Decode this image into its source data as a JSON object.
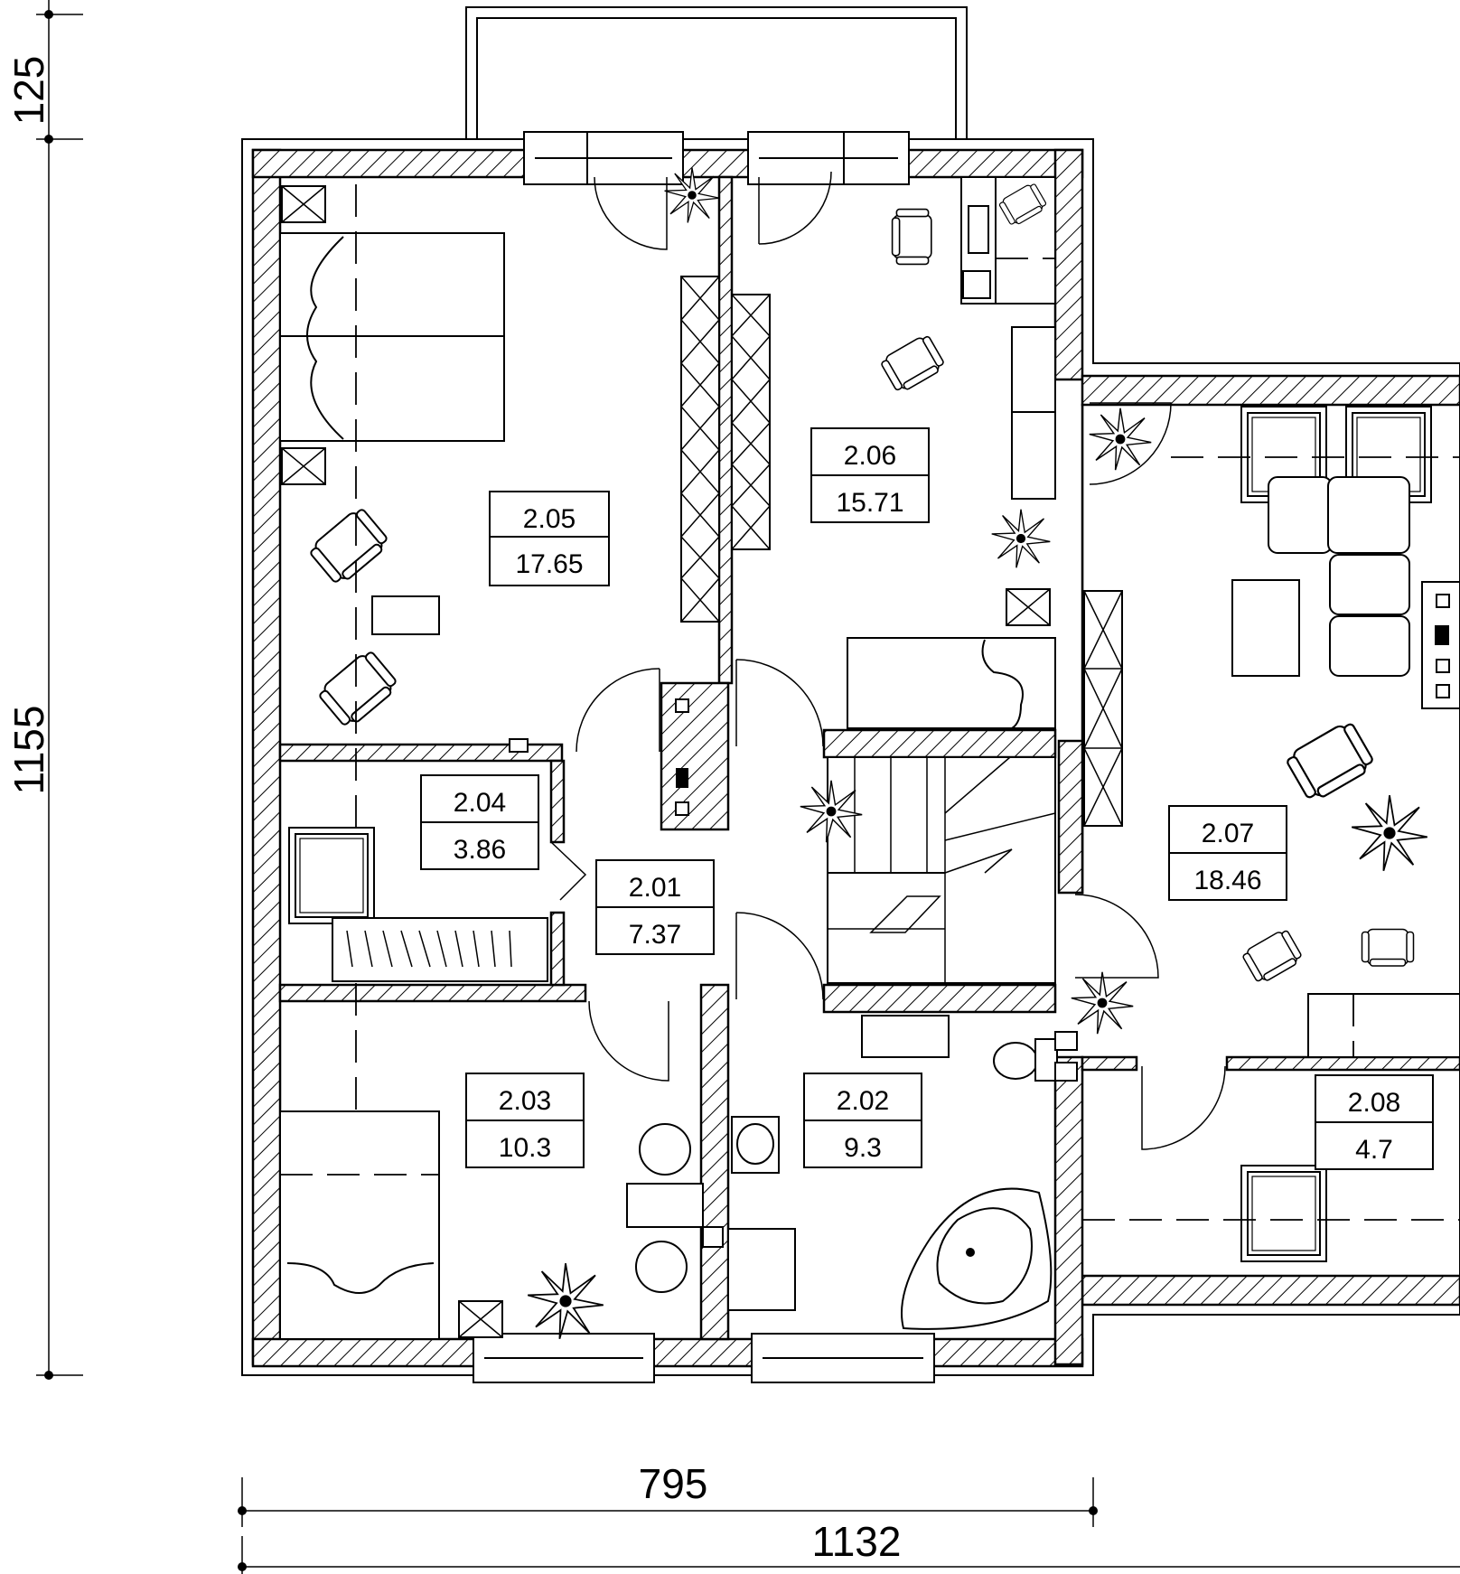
{
  "rooms": [
    {
      "number": "2.05",
      "area": "17.65"
    },
    {
      "number": "2.06",
      "area": "15.71"
    },
    {
      "number": "2.04",
      "area": "3.86"
    },
    {
      "number": "2.01",
      "area": "7.37"
    },
    {
      "number": "2.07",
      "area": "18.46"
    },
    {
      "number": "2.03",
      "area": "10.3"
    },
    {
      "number": "2.02",
      "area": "9.3"
    },
    {
      "number": "2.08",
      "area": "4.7"
    }
  ],
  "dimensions": {
    "top_left": "125",
    "left_height": "1155",
    "bottom_inner": "795",
    "bottom_total": "1132"
  }
}
